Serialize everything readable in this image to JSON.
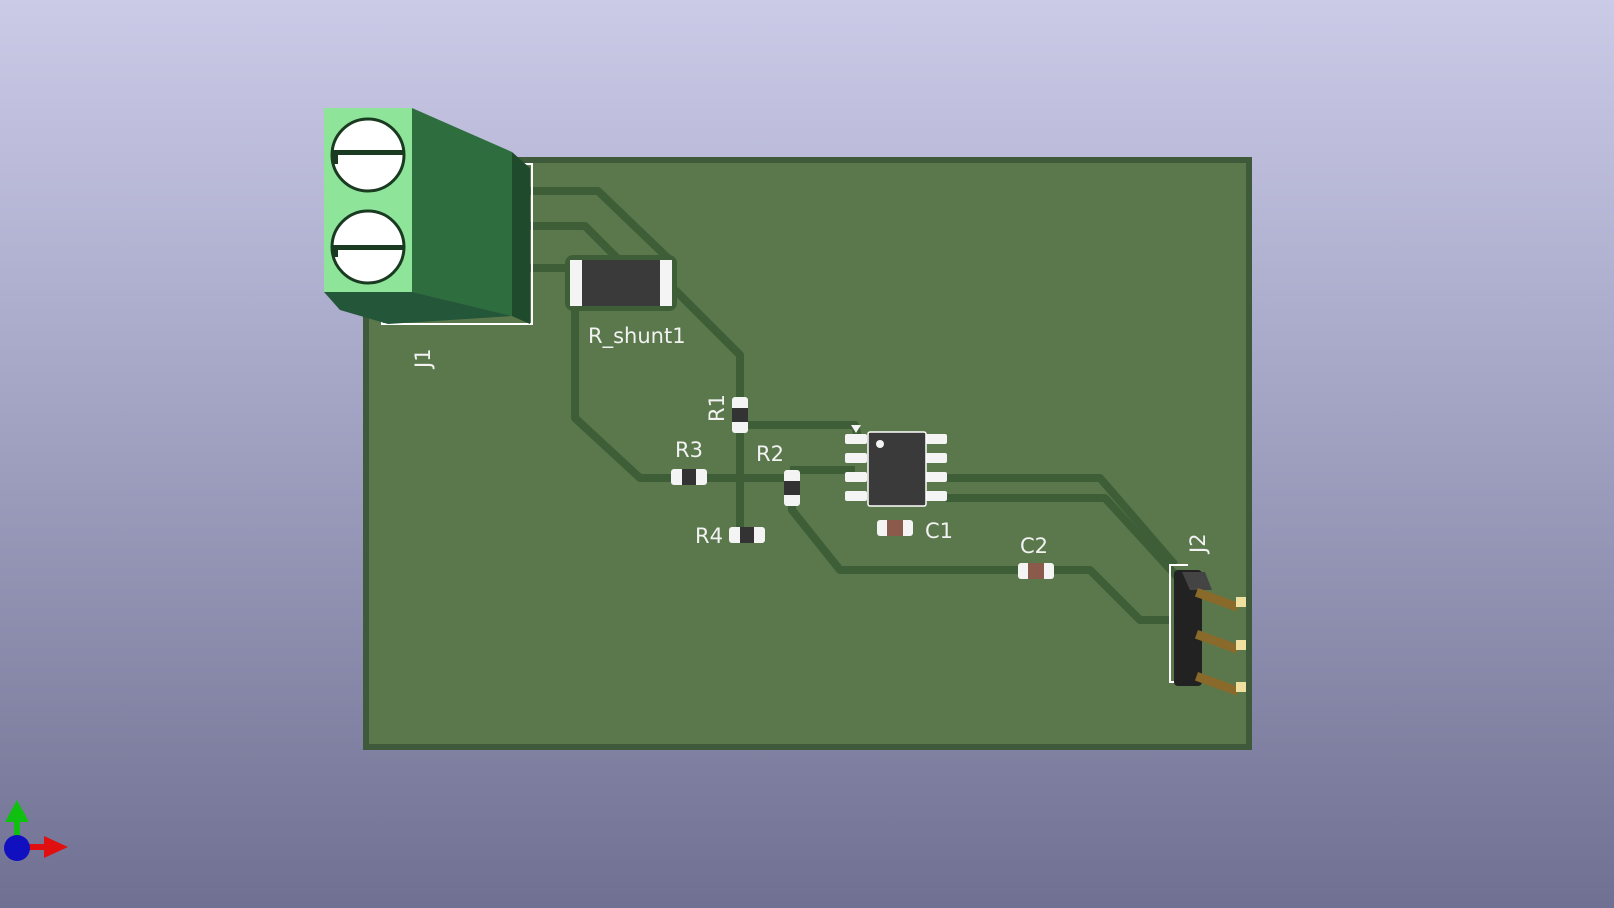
{
  "viewer": {
    "background_top": "#cbcbe8",
    "background_bottom": "#707092",
    "board_color": "#5a784c",
    "board_edge_color": "#3e5a3a",
    "trace_color": "#3d5e37"
  },
  "components": {
    "j1": "J1",
    "r_shunt": "R_shunt1",
    "r1": "R1",
    "r2": "R2",
    "r3": "R3",
    "r4": "R4",
    "c1": "C1",
    "c2": "C2",
    "j2": "J2"
  },
  "axes_gizmo": {
    "x_color": "#e01010",
    "y_color": "#10c010",
    "z_color": "#1010c0"
  }
}
